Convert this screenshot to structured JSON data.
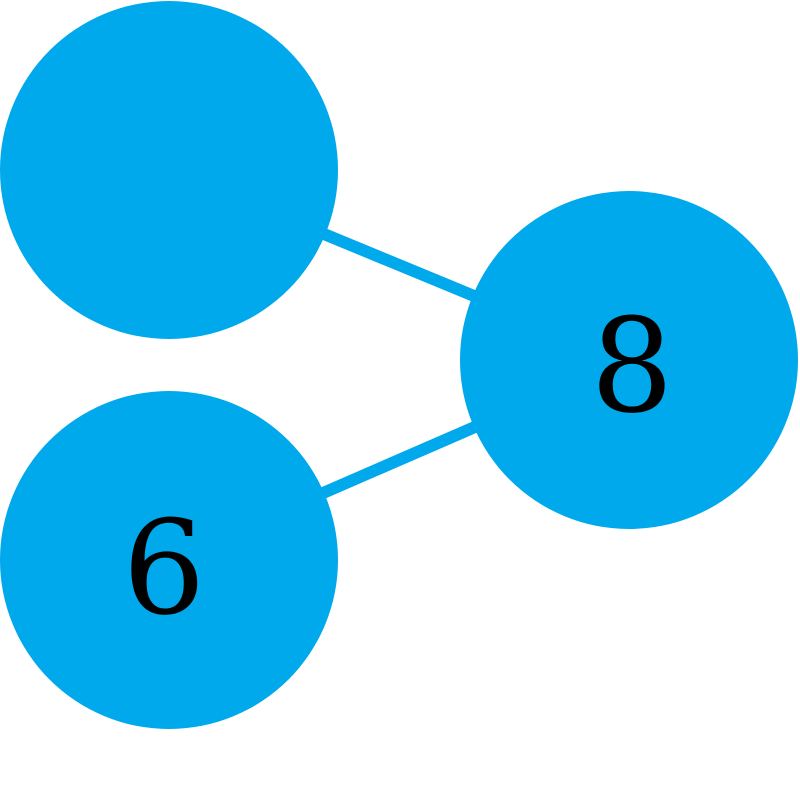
{
  "diagram": {
    "node_color": "#00a8ec",
    "edge_color": "#00a8ec",
    "nodes": [
      {
        "id": "top-left",
        "label": ""
      },
      {
        "id": "bottom-left",
        "label": "6"
      },
      {
        "id": "right",
        "label": "8"
      }
    ],
    "edges": [
      {
        "from": "top-left",
        "to": "right"
      },
      {
        "from": "bottom-left",
        "to": "right"
      }
    ]
  }
}
